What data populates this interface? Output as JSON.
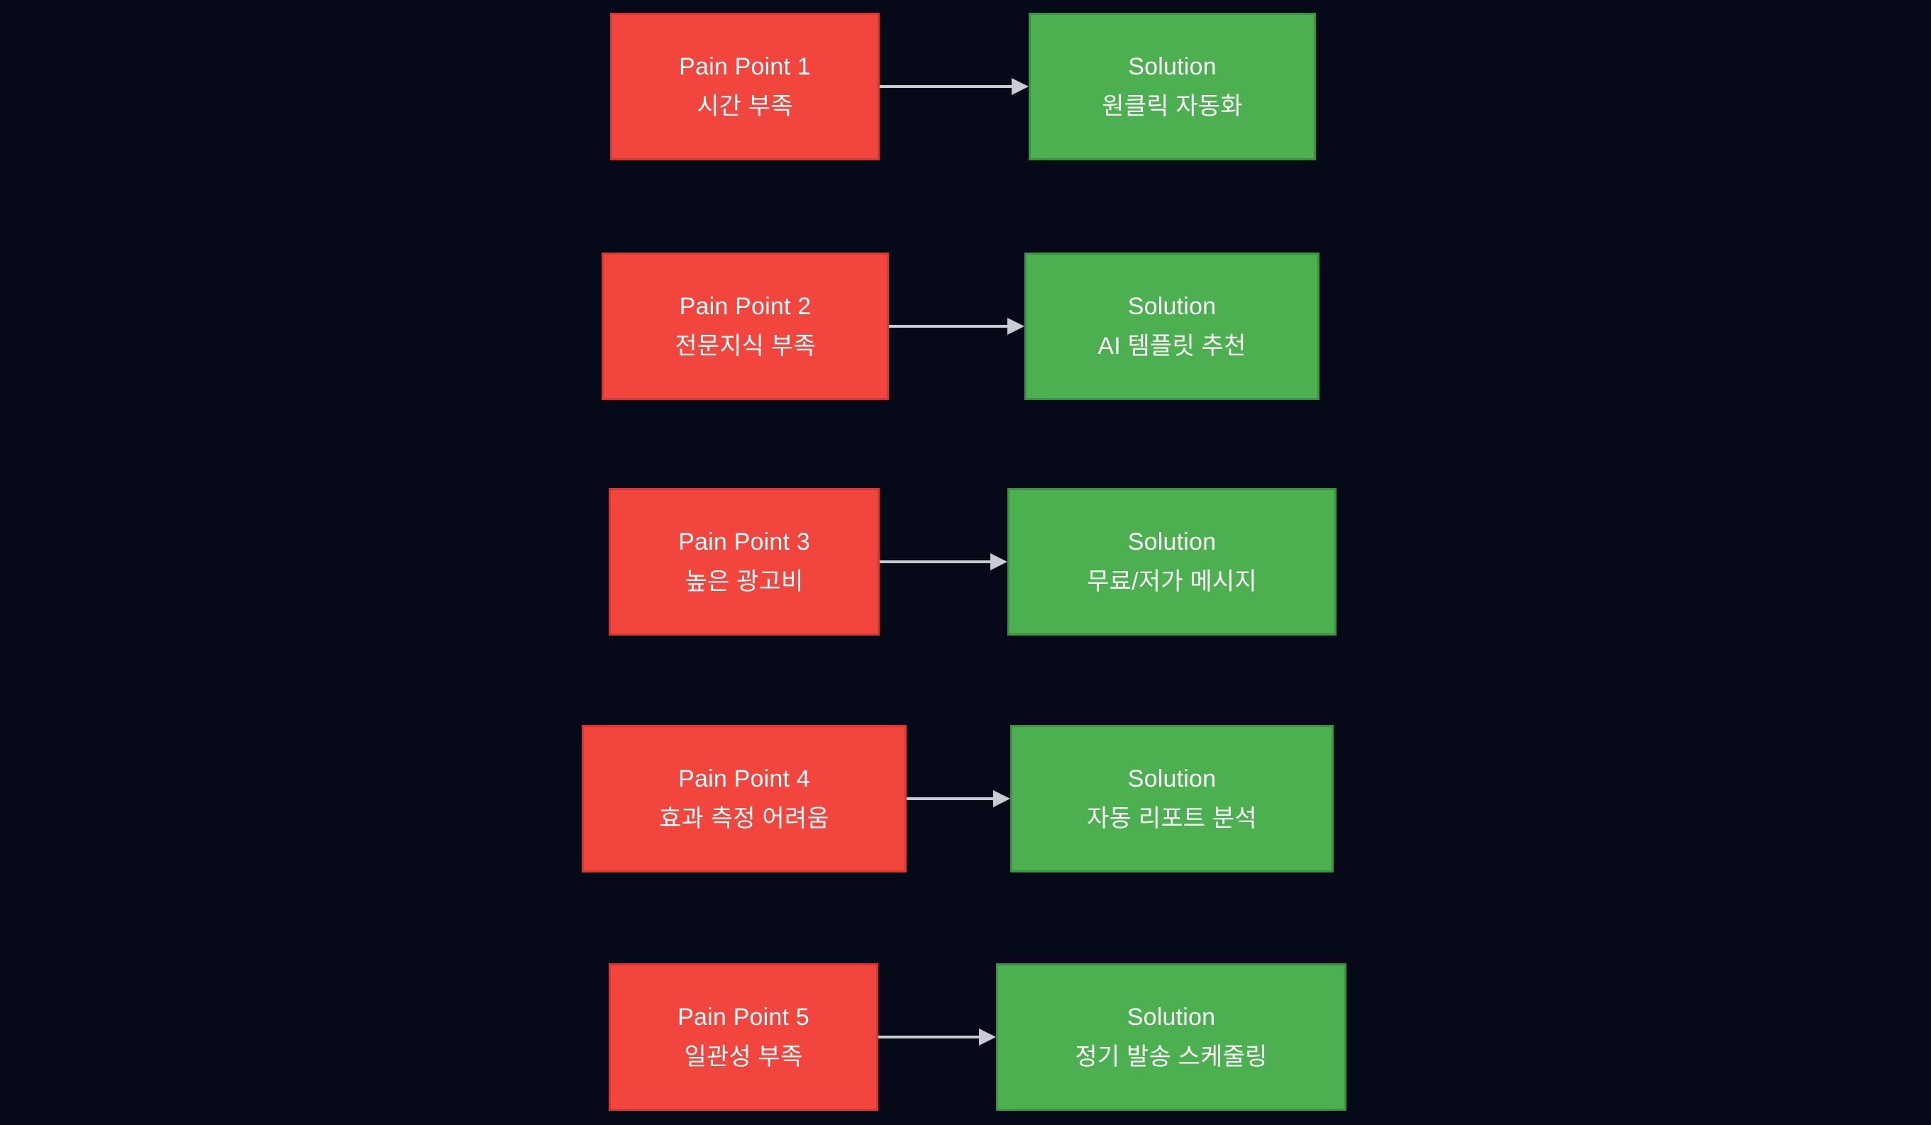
{
  "diagram": {
    "type": "flowchart",
    "orientation": "left-to-right",
    "background_color": "#060a18",
    "pain_color": "#f1453d",
    "pain_border_color": "#d6372f",
    "solution_color": "#4caf50",
    "solution_border_color": "#3d9142",
    "arrow_color": "#c8ccd4",
    "text_color": "#ffffff",
    "rows": [
      {
        "pain": {
          "title": "Pain Point 1",
          "detail": "시간 부족"
        },
        "solution": {
          "title": "Solution",
          "detail": "원클릭 자동화"
        },
        "connector": {
          "label": "",
          "icon": "arrow-right-icon"
        }
      },
      {
        "pain": {
          "title": "Pain Point 2",
          "detail": "전문지식 부족"
        },
        "solution": {
          "title": "Solution",
          "detail": "AI 템플릿 추천"
        },
        "connector": {
          "label": "",
          "icon": "arrow-right-icon"
        }
      },
      {
        "pain": {
          "title": "Pain Point 3",
          "detail": "높은 광고비"
        },
        "solution": {
          "title": "Solution",
          "detail": "무료/저가 메시지"
        },
        "connector": {
          "label": "",
          "icon": "arrow-right-icon"
        }
      },
      {
        "pain": {
          "title": "Pain Point 4",
          "detail": "효과 측정 어려움"
        },
        "solution": {
          "title": "Solution",
          "detail": "자동 리포트 분석"
        },
        "connector": {
          "label": "",
          "icon": "arrow-right-icon"
        }
      },
      {
        "pain": {
          "title": "Pain Point 5",
          "detail": "일관성 부족"
        },
        "solution": {
          "title": "Solution",
          "detail": "정기 발송 스케줄링"
        },
        "connector": {
          "label": "",
          "icon": "arrow-right-icon"
        }
      }
    ]
  }
}
